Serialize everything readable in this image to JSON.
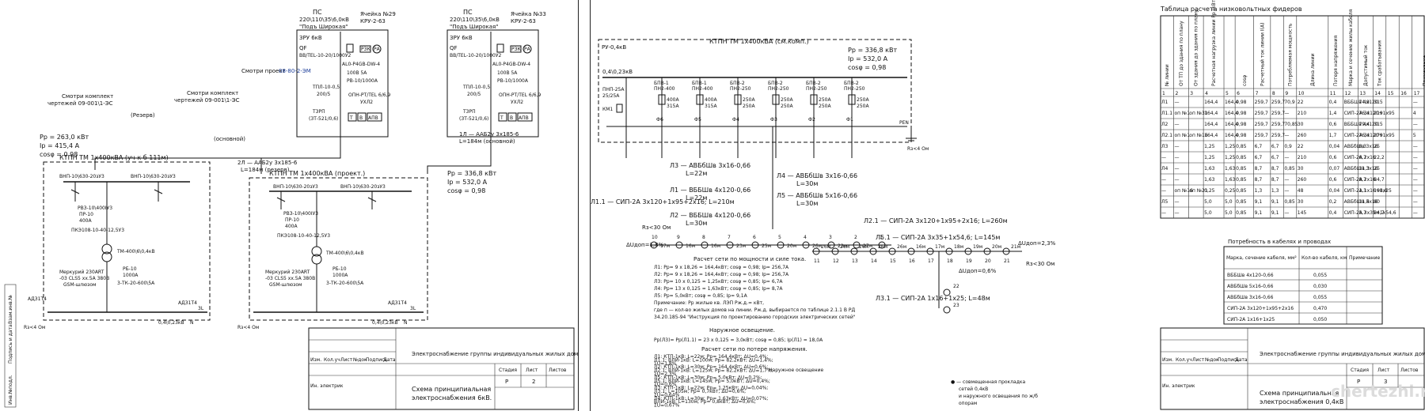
{
  "left": {
    "ps_left": {
      "title": "ПС",
      "voltage": "220\\110\\35\\6,0кВ",
      "name": "\"Подъ Широкая\"",
      "cell": "Ячейка №29",
      "kru": "КРУ-2-63",
      "zru": "ЗРУ 6кВ",
      "qf": "QF",
      "breaker": "BB/TEL-10-20/1000У2",
      "relay1": "РЗК",
      "relay2": "РА",
      "trans": "ТПЛ-10-0,5",
      "trans_ratio": "200/5",
      "tzrp": "ТЗРП",
      "tzrp_type": "(ЗТ-521/0,6)",
      "ct": "100В 5А",
      "arr": "РВ-10/1000А",
      "opn": "ОПН-РТ/TEL 6/6,9",
      "ukl": "УХЛ2",
      "prot1": "Т",
      "prot2": "В",
      "prot3": "АПВ",
      "cable_mark": "АL0-Р4GB-DW-4"
    },
    "ps_right": {
      "title": "ПС",
      "voltage": "220\\110\\35\\6,0кВ",
      "name": "\"Подъ Широкая\"",
      "cell": "Ячейка №33",
      "kru": "КРУ-2-63",
      "zru": "ЗРУ 6кВ",
      "qf": "QF",
      "breaker": "BB/TEL-10-20/1000У2",
      "relay1": "РЗК",
      "relay2": "РА",
      "trans": "ТПЛ-10-0,5",
      "trans_ratio": "200/5",
      "tzrp": "ТЗРП",
      "tzrp_type": "(ЗТ-521/0,6)",
      "ct": "100В 5А",
      "arr": "РВ-10/1000А",
      "opn": "ОПН-РТ/TEL 6/6,9",
      "ukl": "УХЛ2",
      "prot1": "Т",
      "prot2": "В",
      "prot3": "АПВ",
      "cable_mark": "АL0-Р4GB-DW-4"
    },
    "see_project": "Смотри проект",
    "project_no": "08-80-2-ЭМ",
    "see_set1": "Смотри комплект",
    "see_set1_doc": "чертежей 09-001\\1-ЭС",
    "see_set2": "Смотри комплект",
    "see_set2_doc": "чертежей 09-001\\1-ЭС",
    "reserve": "(Резерв)",
    "main": "(основной)",
    "line2": "2Л — ААБ2у 3х185-6",
    "line2_len": "L=184м (резерв)",
    "line1": "1Л — ААБ2у 3х185-6",
    "line1_len": "L=184м (основной)",
    "params_left": {
      "p": "Рр = 263,0 кВт",
      "i": "Iр = 415,4 А",
      "cos": "cosφ = 0,98"
    },
    "params_right": {
      "p": "Рр = 336,8 кВт",
      "i": "Iр = 532,0 А",
      "cos": "cosφ = 0,98"
    },
    "ktp_left": "КТПН ТМ 1х400кВА (уч-к б 111м)",
    "ktp_right": "КТПН ТМ 1х400кВА (проект.)",
    "vnp1": "ВНП-10\\630-20зУ3",
    "vnp2": "ВНП-10\\630-20зУ3",
    "rvz": "РВЗ-10\\400IУ3",
    "pp": "ПР-10",
    "pp_a": "400А",
    "pkz": "ПКЭ108-10-40-12,5У3",
    "tm": "ТМ-400\\6\\0,4кВ",
    "meter": "Меркурий 230ART",
    "meter2": "-03 CLS5 хх.5А 380В",
    "gsm": "GSM-шлюзом",
    "rb": "РБ-10",
    "rb_a": "1000А",
    "tk": "3-ТК-20-600\\5А",
    "adz": "АДЗ1Т4",
    "lbl3l": "3L",
    "bus": "0,4\\0,23кВ",
    "ground": "Rз<4 Ом",
    "n_label": "N",
    "stamp": {
      "title": "Электроснабжение группы индивидуальных жилых домов",
      "subtitle1": "Схема принципиальная",
      "subtitle2": "электроснабжения 6кВ.",
      "stage_h": "Стадия",
      "sheet_h": "Лист",
      "sheets_h": "Листов",
      "stage": "Р",
      "sheet": "2",
      "engineer": "Ин. электрик",
      "cols": [
        "Изм.",
        "Кол.уч",
        "Лист",
        "№док",
        "Подпись",
        "Дата"
      ]
    },
    "side_labels": [
      "Взам.инв.№",
      "Подпись и дата",
      "Инв.№подл."
    ]
  },
  "right": {
    "ru": "РУ-0,4кВ",
    "ktp": "КТПН ТМ 1х400кВА (см.комп.)",
    "params": {
      "p": "Рр = 336,8 кВт",
      "i": "Iр = 532,0 А",
      "cos": "cosφ = 0,98"
    },
    "bus": "0,4\\0,23кВ",
    "pnp": "ПНП-25А",
    "pnp_a": "25/25А",
    "km": "КМ1",
    "feeders": [
      {
        "name": "БПВ-1",
        "type": "ПН2-400",
        "a": "400А",
        "b": "315А",
        "f": "Ф6"
      },
      {
        "name": "БПВ-1",
        "type": "ПН2-400",
        "a": "400А",
        "b": "315А",
        "f": "Ф5"
      },
      {
        "name": "БПВ-2",
        "type": "ПН2-250",
        "a": "250А",
        "b": "250А",
        "f": "Ф4"
      },
      {
        "name": "БПВ-2",
        "type": "ПН2-250",
        "a": "250А",
        "b": "250А",
        "f": "Ф3"
      },
      {
        "name": "БПВ-2",
        "type": "ПН2-250",
        "a": "250А",
        "b": "250А",
        "f": "Ф2"
      },
      {
        "name": "БПВ-2",
        "type": "ПН2-250",
        "a": "250А",
        "b": "250А",
        "f": "Ф1"
      }
    ],
    "pen": "PEN",
    "ground": "Rз<4 Ом",
    "lines": [
      {
        "t": "Л3 — АВБбШв 3х16-0,66",
        "l": "L=22м"
      },
      {
        "t": "Л1 — ВББШв 4х120-0,66",
        "l": "L=22м"
      },
      {
        "t": "Л4 — АВБбШв 3х16-0,66",
        "l": "L=30м"
      },
      {
        "t": "Л5 — АВБбШв 5х16-0,66",
        "l": "L=30м"
      },
      {
        "t": "Л2 — ВББШв 4х120-0,66",
        "l": "L=30м"
      }
    ],
    "l11": "Л1.1 — СИП-2А 3х120+1х95+2х16; L=210м",
    "l21": "Л2.1 — СИП-2А 3х120+1х95+2х16; L=260м",
    "l51": "Л5.1 — СИП-2А 3х35+1х54,6; L=145м",
    "l31": "Л3.1 — СИП-2А 1х16+1х25; L=48м",
    "rz30": "Rз<30 Ом",
    "du1": "ΔUдоп=1,8%",
    "du2": "ΔUдоп=0,6%",
    "du3": "ΔUдоп=2,3%",
    "rz30b": "Rз<30 Ом",
    "calc_title": "Расчет сети по мощности и силе тока.",
    "calc_lines": [
      "Л1: Рр= 9 х 18,26 = 164,4кВт; cosφ = 0,98;  Iр= 256,7А",
      "Л2: Рр= 9 х 18,26 = 164,4кВт; cosφ = 0,98;  Iр= 256,7А",
      "Л3: Рр= 10 х 0,125 = 1,25кВт; cosφ = 0,85;  Iр= 6,7А",
      "Л4: Рр= 13 х 0,125 = 1,63кВт; cosφ = 0,85;  Iр= 8,7А",
      "Л5: Рр= 5,0кВт; cosφ = 0,85;  Iр= 9,1А",
      "Примечание: Рр жилые кв. ЛЭП Рж.д.=  кВт,",
      "где п — кол-во жилых домов на линии. Рж.д. выбирается по таблице 2.1.1 В РД",
      "34.20.185-94 \"Инструкция по проектированию городских электрических сетей\""
    ],
    "outdoor_title": "Наружное освещение.",
    "outdoor_eq": "Рр(Л3)= Рр(Л1.1) = 23 х 0,125 = 3,0кВт; cosφ = 0,85; Iр(Л1) = 18,0А",
    "loss_title": "Расчет сети по потере напряжения.",
    "loss_lines": [
      "Л1: КТП-1кВ: L=22м; Рр= 164,4кВт; ΔU=0,4%;",
      "Л1.1: ВЛИ-1кВ: L=100м; Рр= 82,2кВт; ΔU=1,4%;",
      "ΣU=1,8%",
      "Л2: КТП-1кВ: L=30м; Рр= 164,4кВт; ΔU=0,6%;",
      "Л2.1: ВЛИ-1кВ: L=125м; Рр= 82,2кВт; ΔU=1,7%;",
      "ΣU=2,3%",
      "Л5: КТП-1кВ: L=30м; Рр= 5,0кВт; ΔU=0,2%;",
      "Л5.1: ВЛИ-1кВ: L=145м; Рр= 5,0кВт; ΔU=0,4%;",
      "ΣU=0,6%",
      "Л3: КТП-1кВ: L=22м; Рр= 1,25кВт; ΔU=0,04%;",
      "Л3.1: L=105м; Рр= 0,7кВт; ΔU=0,6%;",
      "ΣU=0,64%",
      "Л4: КТП-1кВ: L=30м; Рр= 1,63кВт; ΔU=0,07%;",
      "    ВЛИ-1кВ: L=130м; Рр= 0,8кВт; ΔU=0,6%;",
      "ΣU=0,67%"
    ],
    "outdoor2": "Наружное освещение",
    "legend1": "● — совмещенная прокладка",
    "legend2": "сетей 0,4кВ",
    "legend3": "и наружного освещения по ж/б",
    "legend4": "опорам",
    "table_title": "Таблица расчета низковольтных фидеров",
    "table_headers": [
      "№ линии",
      "От ТП до здания по плану",
      "От здания до здания по плану",
      "Расчетная нагрузка линии Рр (кВт)",
      "cosφ",
      "Расчетный ток линии I(А)",
      "Потребляемая мощность",
      "Длина линии",
      "Потеря напряжения",
      "Марка и сечение жилы кабеля",
      "Допустимый ток",
      "Ток срабатывания",
      "Примечание"
    ],
    "table_nums": [
      "1",
      "2",
      "3",
      "4",
      "5",
      "6",
      "7",
      "8",
      "9",
      "10",
      "11",
      "12",
      "13",
      "14",
      "15",
      "16",
      "17"
    ],
    "table_rows": [
      {
        "n": "Л1",
        "a": "—",
        "b": "",
        "p": "164,4",
        "p2": "164,4",
        "c": "0,98",
        "i": "259,7",
        "i2": "259,7",
        "pp": "70,9",
        "l": "22",
        "du": "0,4",
        "m": "ВББШв 4х120",
        "d": "74,9",
        "t": "315",
        "e": "—"
      },
      {
        "n": "Л1.1",
        "a": "оп №1",
        "b": "оп №31",
        "p": "164,4",
        "p2": "164,4",
        "c": "0,98",
        "i": "259,7",
        "i2": "259,7",
        "pp": "—",
        "l": "210",
        "du": "1,4",
        "m": "СИП-2А 3х120+1х95",
        "d": "76,4",
        "t": "219",
        "e": "4"
      },
      {
        "n": "Л2",
        "a": "—",
        "b": "",
        "p": "164,4",
        "p2": "164,4",
        "c": "0,98",
        "i": "259,7",
        "i2": "259,7",
        "pp": "70,85",
        "l": "30",
        "du": "0,6",
        "m": "ВББШв 4х120",
        "d": "79,4",
        "t": "315",
        "e": "—"
      },
      {
        "n": "Л2.1",
        "a": "оп №1",
        "b": "оп №16",
        "p": "164,4",
        "p2": "164,4",
        "c": "0,98",
        "i": "259,7",
        "i2": "259,7",
        "pp": "—",
        "l": "260",
        "du": "1,7",
        "m": "СИП-2А 3х120+1х95",
        "d": "76,4",
        "t": "279",
        "e": "5"
      },
      {
        "n": "Л3",
        "a": "—",
        "b": "",
        "p": "1,25",
        "p2": "1,25",
        "c": "0,85",
        "i": "6,7",
        "i2": "6,7",
        "pp": "0,9",
        "l": "22",
        "du": "0,04",
        "m": "АВБбШв 3х16",
        "d": "8,3",
        "t": "25",
        "e": "—"
      },
      {
        "n": "—",
        "a": "—",
        "b": "",
        "p": "1,25",
        "p2": "1,25",
        "c": "0,85",
        "i": "6,7",
        "i2": "6,7",
        "pp": "—",
        "l": "210",
        "du": "0,6",
        "m": "СИП-2А 2х16",
        "d": "6,7",
        "t": "22,2",
        "e": "—"
      },
      {
        "n": "Л4",
        "a": "—",
        "b": "",
        "p": "1,63",
        "p2": "1,63",
        "c": "0,85",
        "i": "8,7",
        "i2": "8,7",
        "pp": "0,85",
        "l": "30",
        "du": "0,07",
        "m": "АВБбШв 3х16",
        "d": "11,3",
        "t": "25",
        "e": "—"
      },
      {
        "n": "—",
        "a": "—",
        "b": "",
        "p": "1,63",
        "p2": "1,63",
        "c": "0,85",
        "i": "8,7",
        "i2": "8,7",
        "pp": "—",
        "l": "260",
        "du": "0,6",
        "m": "СИП-2А 2х16",
        "d": "8,7",
        "t": "84,7",
        "e": "—"
      },
      {
        "n": "—",
        "a": "оп №16",
        "b": "оп №21",
        "p": "0,25",
        "p2": "0,25",
        "c": "0,85",
        "i": "1,3",
        "i2": "1,3",
        "pp": "—",
        "l": "48",
        "du": "0,04",
        "m": "СИП-2А 1х16+1х25",
        "d": "1,3",
        "t": "198,0",
        "e": "—"
      },
      {
        "n": "Л5",
        "a": "—",
        "b": "",
        "p": "5,0",
        "p2": "5,0",
        "c": "0,85",
        "i": "9,1",
        "i2": "9,1",
        "pp": "0,85",
        "l": "30",
        "du": "0,2",
        "m": "АВБбШв 5х16",
        "d": "11,4",
        "t": "80",
        "e": "—"
      },
      {
        "n": "—",
        "a": "—",
        "b": "",
        "p": "5,0",
        "p2": "5,0",
        "c": "0,85",
        "i": "9,1",
        "i2": "9,1",
        "pp": "—",
        "l": "145",
        "du": "0,4",
        "m": "СИП-2А 3х35+1х54,6",
        "d": "5,7",
        "t": "84,7",
        "e": "—"
      }
    ],
    "cable_title": "Потребность в кабелях и проводах",
    "cable_headers": [
      "Марка, сечение кабеля, мм²",
      "Кол-во кабеля, км",
      "Примечание"
    ],
    "cables": [
      {
        "m": "ВББШв 4х120-0,66",
        "q": "0,055"
      },
      {
        "m": "АВБбШв 5х16-0,66",
        "q": "0,030"
      },
      {
        "m": "АВБбШв 3х16-0,66",
        "q": "0,055"
      },
      {
        "m": "СИП-2А 3х120+1х95+2х16",
        "q": "0,470"
      },
      {
        "m": "СИП-2А 1х16+1х25",
        "q": "0,050"
      }
    ],
    "poles_top": [
      "10",
      "9",
      "8",
      "7",
      "6",
      "5",
      "4",
      "3",
      "2",
      "1"
    ],
    "spans_top": [
      "17м",
      "16м",
      "16м",
      "23м",
      "25м",
      "20м",
      "26м",
      "22м",
      "27м"
    ],
    "poles_mid": [
      "11",
      "12",
      "13",
      "14",
      "15",
      "16",
      "17",
      "18",
      "19",
      "20",
      "21"
    ],
    "spans_mid": [
      "26м",
      "26м",
      "26м",
      "26м",
      "26м",
      "16м",
      "17м",
      "18м",
      "19м",
      "20м",
      "21м"
    ],
    "poles_l31": [
      "22",
      "23"
    ],
    "stamp": {
      "title": "Электроснабжение группы индивидуальных жилых домов",
      "subtitle1": "Схема принципиальная",
      "subtitle2": "электроснабжения 0,4кВ",
      "stage_h": "Стадия",
      "sheet_h": "Лист",
      "sheets_h": "Листов",
      "stage": "Р",
      "sheet": "3",
      "engineer": "Ин. электрик",
      "cols": [
        "Изм.",
        "Кол.уч",
        "Лист",
        "№док",
        "Подпись",
        "Дата"
      ]
    },
    "watermark": "chertezhi.ru"
  }
}
